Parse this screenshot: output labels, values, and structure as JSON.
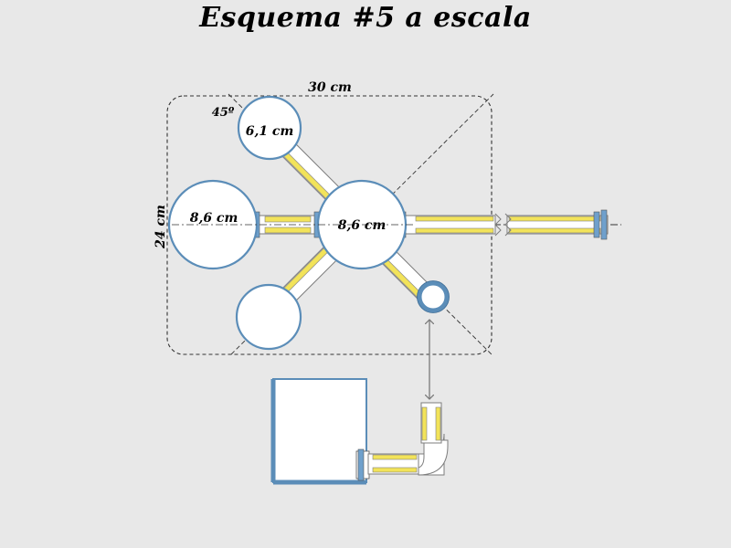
{
  "title": "Esquema #5 a escala",
  "labels": {
    "width": "30 cm",
    "height": "24 cm",
    "angle": "45º",
    "small_top_diameter": "6,1 cm",
    "large_left_diameter": "8,6 cm",
    "center_diameter": "8,6 cm"
  },
  "colors": {
    "background": "#e8e8e8",
    "chamber_fill": "#ffffff",
    "chamber_stroke": "#5b8db8",
    "tube_yellow": "#f2e35a",
    "tube_outline": "#7d7d7d",
    "connector": "#6fa0cc",
    "dashed": "#333333",
    "arrow": "#7a7a7a"
  }
}
